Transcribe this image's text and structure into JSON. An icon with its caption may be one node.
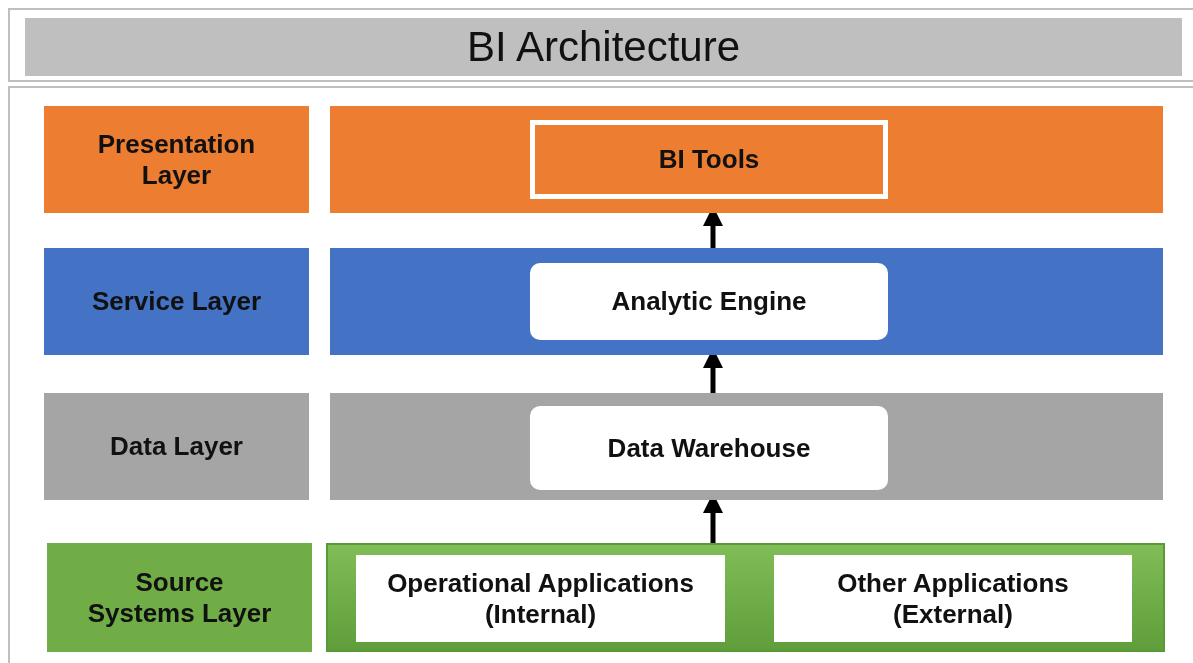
{
  "diagram": {
    "title": "BI Architecture",
    "nodes": [
      {
        "text": [
          "Presentation Layer"
        ]
      },
      {
        "text": [],
        "shape": "box"
      },
      {
        "text": [
          "BI Tools"
        ],
        "in": 1
      },
      {
        "text": [
          "Service Layer"
        ]
      },
      {
        "text": [],
        "shape": "box"
      },
      {
        "text": [
          "Analytic Engine"
        ],
        "in": 4
      },
      {
        "text": [
          "Data Layer"
        ]
      },
      {
        "text": [],
        "shape": "box"
      },
      {
        "text": [
          "Data Warehouse"
        ],
        "in": 7
      },
      {
        "text": [
          "Source Systems Layer"
        ]
      },
      {
        "text": [],
        "shape": "box"
      },
      {
        "text": [
          "Operational Applications (Internal)"
        ],
        "in": 10
      },
      {
        "text": [
          "Other Applications (External)"
        ],
        "in": 10
      }
    ],
    "edges": [
      {
        "from": 4,
        "to": 1,
        "arrow": "to"
      },
      {
        "from": 7,
        "to": 4,
        "arrow": "to"
      },
      {
        "from": 10,
        "to": 7,
        "arrow": "to"
      }
    ]
  }
}
